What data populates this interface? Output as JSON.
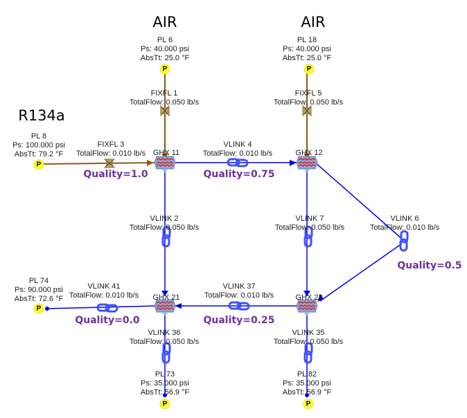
{
  "fluids": [
    {
      "id": "air-1",
      "label": "AIR"
    },
    {
      "id": "air-2",
      "label": "AIR"
    },
    {
      "id": "r134a",
      "label": "R134a"
    }
  ],
  "pressure_nodes": [
    {
      "id": "pl6",
      "name": "PL 6",
      "ps": "Ps: 40.000 psi",
      "abstt": "AbsTt: 25.0 °F",
      "glyph": "P"
    },
    {
      "id": "pl18",
      "name": "PL 18",
      "ps": "Ps: 40.000 psi",
      "abstt": "AbsTt: 25.0 °F",
      "glyph": "P"
    },
    {
      "id": "pl8",
      "name": "PL 8",
      "ps": "Ps: 100.000 psi",
      "abstt": "AbsTt: 79.2 °F",
      "glyph": "P"
    },
    {
      "id": "pl74",
      "name": "PL 74",
      "ps": "Ps: 90.000 psi",
      "abstt": "AbsTt: 72.6 °F",
      "glyph": "P"
    },
    {
      "id": "pl73",
      "name": "PL 73",
      "ps": "Ps: 35.000 psi",
      "abstt": "AbsTt: 56.9 °F",
      "glyph": "P"
    },
    {
      "id": "pl82",
      "name": "PL 82",
      "ps": "Ps: 35.000 psi",
      "abstt": "AbsTt: 56.9 °F",
      "glyph": "P"
    }
  ],
  "links": [
    {
      "id": "fixfl1",
      "name": "FIXFL  1",
      "flow": "TotalFlow: 0.050 lb/s",
      "icon": "fixed-flow-valve-icon"
    },
    {
      "id": "fixfl5",
      "name": "FIXFL  5",
      "flow": "TotalFlow: 0.050 lb/s",
      "icon": "fixed-flow-valve-icon"
    },
    {
      "id": "fixfl3",
      "name": "FIXFL  3",
      "flow": "TotalFlow: 0.010 lb/s",
      "icon": "fixed-flow-valve-icon"
    },
    {
      "id": "vlink4",
      "name": "VLINK  4",
      "flow": "TotalFlow: 0.010 lb/s",
      "icon": "vlink-icon"
    },
    {
      "id": "vlink2",
      "name": "VLINK  2",
      "flow": "TotalFlow: 0.050 lb/s",
      "icon": "vlink-icon"
    },
    {
      "id": "vlink7",
      "name": "VLINK  7",
      "flow": "TotalFlow: 0.050 lb/s",
      "icon": "vlink-icon"
    },
    {
      "id": "vlink6",
      "name": "VLINK  6",
      "flow": "TotalFlow: 0.010 lb/s",
      "icon": "vlink-icon"
    },
    {
      "id": "vlink41",
      "name": "VLINK  41",
      "flow": "TotalFlow: 0.010 lb/s",
      "icon": "vlink-icon"
    },
    {
      "id": "vlink37",
      "name": "VLINK  37",
      "flow": "TotalFlow: 0.010 lb/s",
      "icon": "vlink-icon"
    },
    {
      "id": "vlink36",
      "name": "VLINK  36",
      "flow": "TotalFlow: 0.050 lb/s",
      "icon": "vlink-icon"
    },
    {
      "id": "vlink35",
      "name": "VLINK  35",
      "flow": "TotalFlow: 0.050 lb/s",
      "icon": "vlink-icon"
    }
  ],
  "heat_exchangers": [
    {
      "id": "ghx11",
      "name": "GHX 11"
    },
    {
      "id": "ghx12",
      "name": "GHX 12"
    },
    {
      "id": "ghx21",
      "name": "GHX 21"
    },
    {
      "id": "ghx22",
      "name": "GHX 22"
    }
  ],
  "qualities": [
    {
      "id": "q1",
      "label": "Quality=1.0"
    },
    {
      "id": "q2",
      "label": "Quality=0.75"
    },
    {
      "id": "q3",
      "label": "Quality=0.5"
    },
    {
      "id": "q4",
      "label": "Quality=0.25"
    },
    {
      "id": "q5",
      "label": "Quality=0.0"
    }
  ],
  "colors": {
    "air_line": "#8b5a14",
    "refrigerant_line": "#0000ee",
    "quality_text": "#7030a0",
    "node_fill": "#ffff40",
    "hx_body": "#8aa8d8",
    "hx_tubes": "#e02020"
  }
}
